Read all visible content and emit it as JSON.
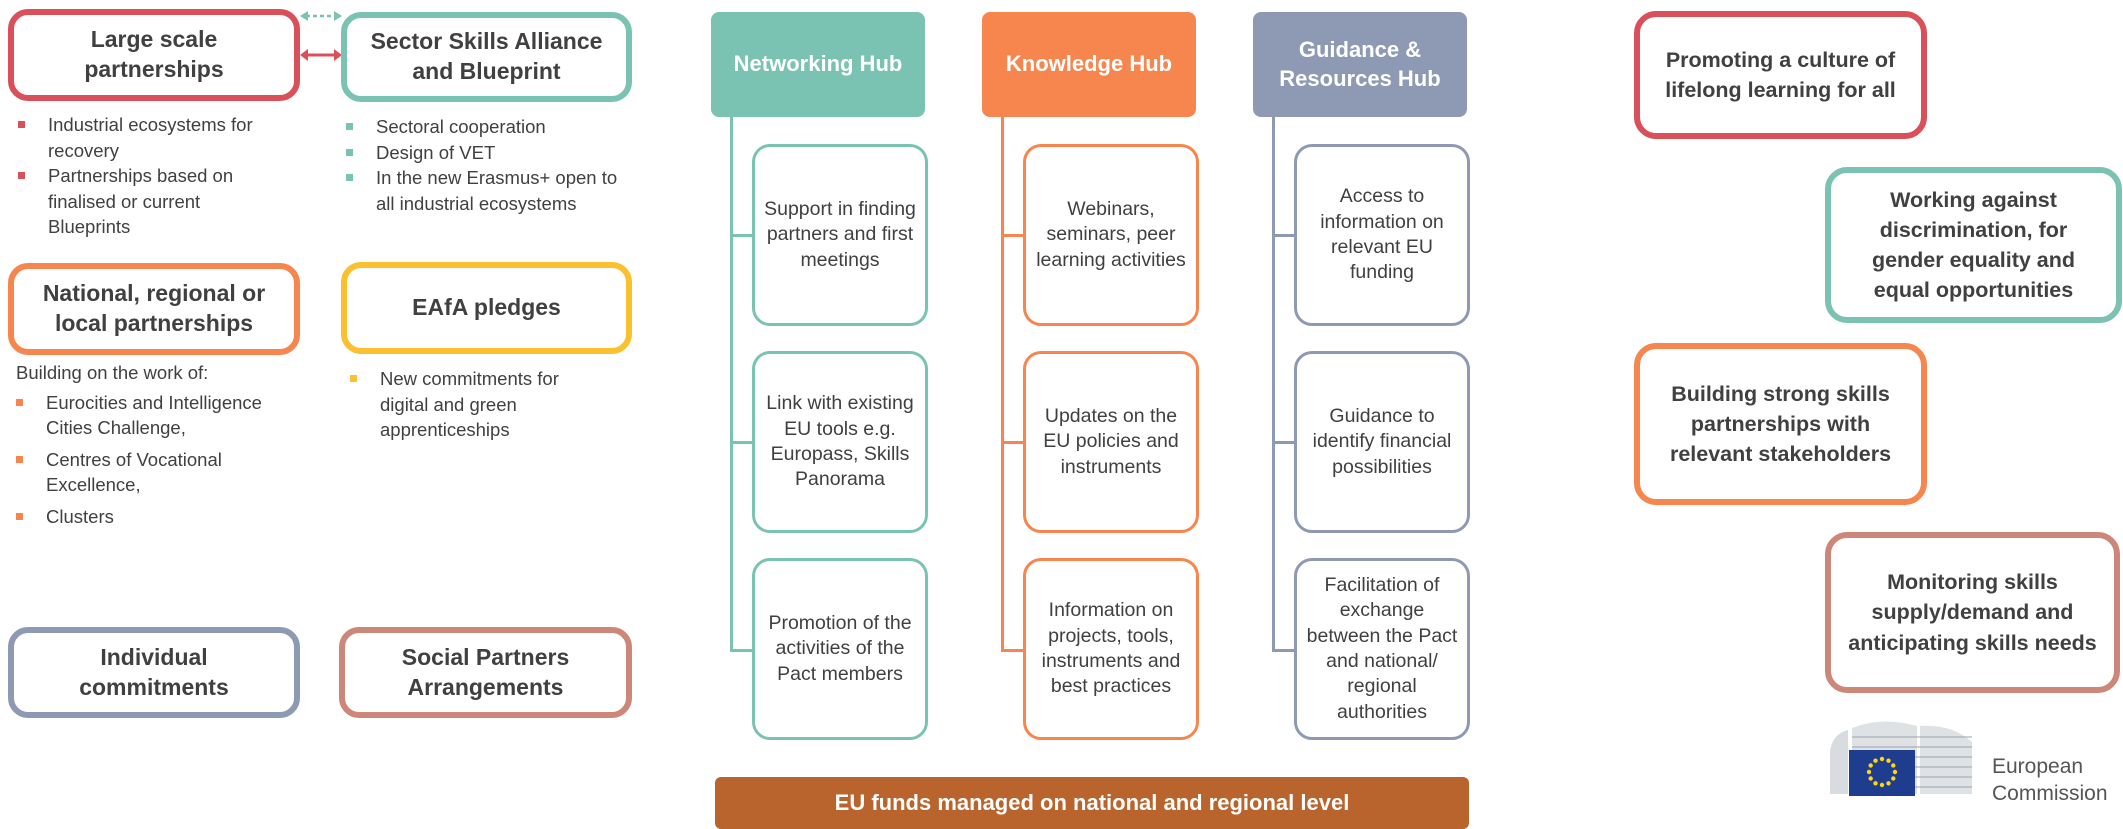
{
  "colors": {
    "red": "#d9505a",
    "teal": "#7ac3b2",
    "orange": "#f7854e",
    "yellow": "#fbc02d",
    "slate": "#8e9ab3",
    "rose": "#cc8778",
    "brown": "#b9642c",
    "eu_blue": "#1f3d8f",
    "eu_gold": "#ffd617"
  },
  "left": {
    "large_scale": {
      "title": "Large scale partnerships",
      "bullets": [
        "Industrial ecosystems for recovery",
        "Partnerships based on finalised or current Blueprints"
      ]
    },
    "sector_skills": {
      "title": "Sector Skills Alliance and Blueprint",
      "bullets": [
        "Sectoral cooperation",
        "Design of VET",
        "In the new Erasmus+ open to all industrial ecosystems"
      ]
    },
    "national": {
      "title": "National, regional or local partnerships",
      "intro": "Building on the work of:",
      "bullets": [
        "Eurocities and Intelligence Cities Challenge,",
        "Centres of Vocational Excellence,",
        "Clusters"
      ]
    },
    "eafa": {
      "title": "EAfA pledges",
      "bullets": [
        "New commitments for digital and green apprenticeships"
      ]
    },
    "individual": {
      "title": "Individual commitments"
    },
    "social": {
      "title": "Social Partners Arrangements"
    }
  },
  "hubs": [
    {
      "title": "Networking Hub",
      "items": [
        "Support in finding partners and first meetings",
        "Link with existing EU tools e.g. Europass, Skills Panorama",
        "Promotion of the activities of the Pact members"
      ]
    },
    {
      "title": "Knowledge Hub",
      "items": [
        "Webinars, seminars, peer learning activities",
        "Updates on the EU policies and instruments",
        "Information on projects, tools, instruments and best practices"
      ]
    },
    {
      "title": "Guidance & Resources Hub",
      "items": [
        "Access to information on relevant EU funding",
        "Guidance to identify financial possibilities",
        "Facilitation of exchange between the Pact and national/ regional authorities"
      ]
    }
  ],
  "footer": {
    "text": "EU funds managed on national and regional level"
  },
  "principles": [
    "Promoting a culture of lifelong learning for all",
    "Working against discrimination, for gender equality and equal opportunities",
    "Building strong skills partnerships with relevant stakeholders",
    "Monitoring skills supply/demand and anticipating skills needs"
  ],
  "logo": {
    "line1": "European",
    "line2": "Commission"
  }
}
